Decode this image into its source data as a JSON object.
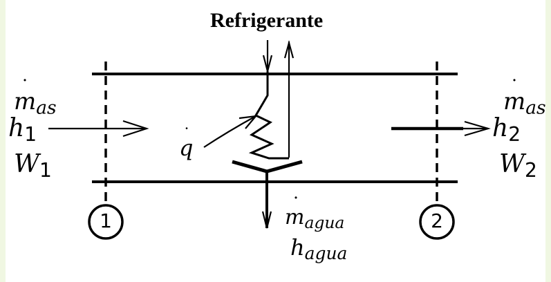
{
  "title": "Refrigerante",
  "inlet": {
    "flow_symbol": "m",
    "flow_subscript": "as",
    "enthalpy_symbol": "h",
    "enthalpy_subscript": "1",
    "humidity_symbol": "W",
    "humidity_subscript": "1"
  },
  "outlet": {
    "flow_symbol": "m",
    "flow_subscript": "as",
    "enthalpy_symbol": "h",
    "enthalpy_subscript": "2",
    "humidity_symbol": "W",
    "humidity_subscript": "2"
  },
  "heat": {
    "symbol": "q"
  },
  "condensate": {
    "flow_symbol": "m",
    "flow_subscript": "agua",
    "enthalpy_symbol": "h",
    "enthalpy_subscript": "agua"
  },
  "stations": [
    {
      "label": "1"
    },
    {
      "label": "2"
    }
  ],
  "colors": {
    "line": "#000000",
    "background": "#ffffff",
    "edge_tint": "#f0f7e2"
  }
}
